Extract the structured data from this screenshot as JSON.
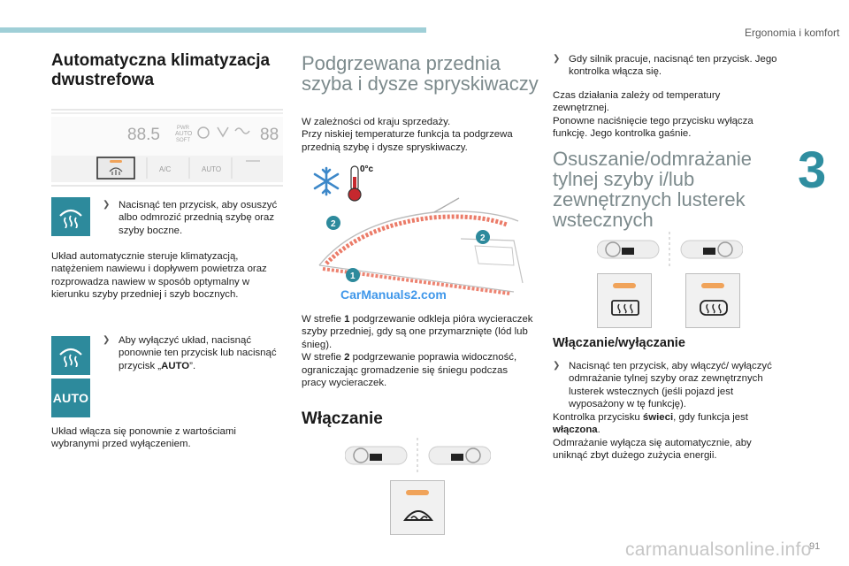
{
  "header": {
    "section": "Ergonomia i komfort",
    "chapter": "3",
    "page_number": "91"
  },
  "col1": {
    "title": "Automatyczna klimatyzacja dwustrefowa",
    "panel": {
      "display": "88.5",
      "mode_small": "PWR AUTO SOFT",
      "btn_ac": "A/C",
      "btn_auto": "AUTO"
    },
    "bullet1": "Nacisnąć ten przycisk, aby osuszyć albo odmrozić przednią szybę oraz szyby boczne.",
    "para1": "Układ automatycznie steruje klimatyzacją, natężeniem nawiewu i dopływem powietrza oraz rozprowadza nawiew w sposób optymalny w kierunku szyby przedniej i szyb bocznych.",
    "bullet2_a": "Aby wyłączyć układ, nacisnąć ponownie ten przycisk lub nacisnąć przycisk „",
    "bullet2_b": "AUTO",
    "bullet2_c": "”.",
    "tile_auto": "AUTO",
    "para2": "Układ włącza się ponownie z wartościami wybranymi przed wyłączeniem."
  },
  "col2": {
    "title": "Podgrzewana przednia szyba i dysze spryskiwaczy",
    "intro": "W zależności od kraju sprzedaży.\nPrzy niskiej temperaturze funkcja ta podgrzewa przednią szybę i dysze spryskiwaczy.",
    "temp_label": "0°c",
    "marker1": "1",
    "marker2": "2",
    "watermark_small": "CarManuals2.com",
    "zone_a": "W strefie ",
    "zone_a_num": "1",
    "zone_a_rest": " podgrzewanie odkleja pióra wycieraczek szyby przedniej, gdy są one przymarznięte (lód lub śnieg).",
    "zone_b": "W strefie ",
    "zone_b_num": "2",
    "zone_b_rest": " podgrzewanie poprawia widoczność, ograniczając gromadzenie się śniegu podczas pracy wycieraczek.",
    "sub_title": "Włączanie"
  },
  "col3": {
    "bullet1": "Gdy silnik pracuje, nacisnąć ten przycisk. Jego kontrolka włącza się.",
    "para1": "Czas działania zależy od temperatury zewnętrznej.\nPonowne naciśnięcie tego przycisku wyłącza funkcję. Jego kontrolka gaśnie.",
    "title": "Osuszanie/odmrażanie tylnej szyby i/lub zewnętrznych lusterek wstecznych",
    "sub_title": "Włączanie/wyłączanie",
    "bullet2": "Nacisnąć ten przycisk, aby włączyć/ wyłączyć odmrażanie tylnej szyby oraz zewnętrznych lusterek wstecznych (jeśli pojazd jest wyposażony w tę funkcję).",
    "para2_a": "Kontrolka przycisku ",
    "para2_b": "świeci",
    "para2_c": ", gdy funkcja jest ",
    "para2_d": "włączona",
    "para2_e": ".",
    "para3": "Odmrażanie wyłącza się automatycznie, aby uniknąć zbyt dużego zużycia energii."
  },
  "footer": {
    "watermark": "carmanualsonline.info"
  },
  "colors": {
    "accent": "#2d8a9c",
    "topbar": "#9fcfd7",
    "heading_light": "#7c8a8c",
    "led": "#f0a35a"
  }
}
